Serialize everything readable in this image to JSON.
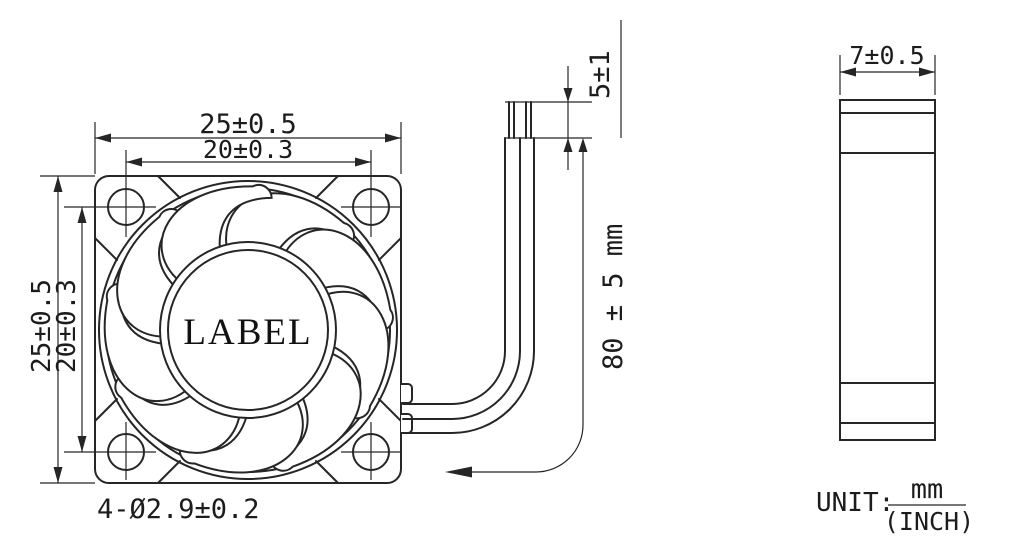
{
  "front_view": {
    "dim_width_outer": "25±0.5",
    "dim_width_inner": "20±0.3",
    "dim_height_outer": "25±0.5",
    "dim_height_inner": "20±0.3",
    "hub_label": "LABEL",
    "holes_note": "4-Ø2.9±0.2"
  },
  "wire": {
    "strip_dim": "5±1",
    "length_dim": "80 ± 5 mm"
  },
  "side_view": {
    "thickness_dim": "7±0.5"
  },
  "unit_note": {
    "label": "UNIT:",
    "numerator": "mm",
    "denominator": "(INCH)"
  },
  "colors": {
    "line": "#262626",
    "background": "#ffffff"
  }
}
